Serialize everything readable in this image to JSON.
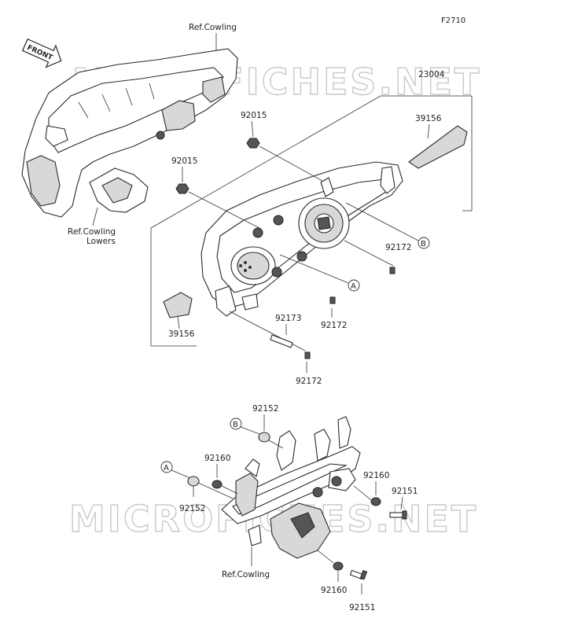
{
  "figure_code": "F2710",
  "front_label": "FRONT",
  "watermark": "MICROFICHES.NET",
  "labels": {
    "ref_cowling_top": "Ref.Cowling",
    "ref_cowling_lowers_line1": "Ref.Cowling",
    "ref_cowling_lowers_line2": "Lowers",
    "ref_cowling_bottom": "Ref.Cowling"
  },
  "part_numbers": {
    "assembly": "23004",
    "cover_right": "39156",
    "cover_left": "39156",
    "nut_upper": "92015",
    "nut_lower": "92015",
    "screw_b": "92172",
    "screw_a": "92172",
    "screw_bottom": "92172",
    "collar": "92173",
    "grommet_top": "92152",
    "grommet_left": "92152",
    "washer_left": "92160",
    "washer_right": "92160",
    "washer_bottom": "92160",
    "bolt_right": "92151",
    "bolt_bottom": "92151"
  },
  "callouts": {
    "a": "A",
    "b": "B"
  }
}
